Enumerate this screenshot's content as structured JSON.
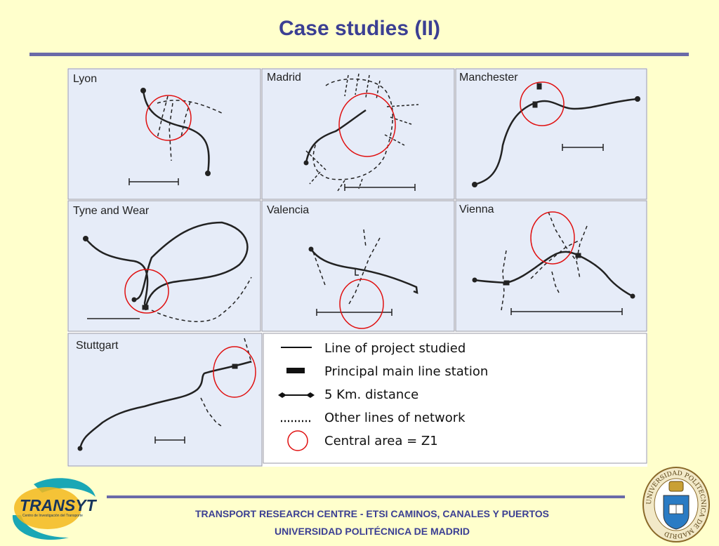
{
  "title": "Case studies (II)",
  "panels": {
    "lyon": "Lyon",
    "madrid": "Madrid",
    "manchester": "Manchester",
    "tyne": "Tyne and Wear",
    "valencia": "Valencia",
    "vienna": "Vienna",
    "stuttgart": "Stuttgart"
  },
  "legend": [
    {
      "id": "line",
      "label": "Line of project studied"
    },
    {
      "id": "station",
      "label": "Principal main line station"
    },
    {
      "id": "distance",
      "label": "5 Km. distance"
    },
    {
      "id": "other",
      "label": "Other lines of network"
    },
    {
      "id": "central",
      "label": "Central area = Z1"
    }
  ],
  "logo_left": {
    "text": "TRANSYT",
    "subtext": "Centro de Investigación del Transporte"
  },
  "footer": {
    "line1": "TRANSPORT RESEARCH CENTRE - ETSI CAMINOS, CANALES Y PUERTOS",
    "line2": "UNIVERSIDAD POLITÉCNICA DE MADRID"
  },
  "seal": {
    "text": "UNIVERSIDAD POLITECNICA DE MADRID"
  },
  "colors": {
    "title": "#3b3f93",
    "rule": "#6a6aa8",
    "map_bg": "#e6ecf8",
    "circle": "#e01010",
    "background": "#ffffcc"
  }
}
